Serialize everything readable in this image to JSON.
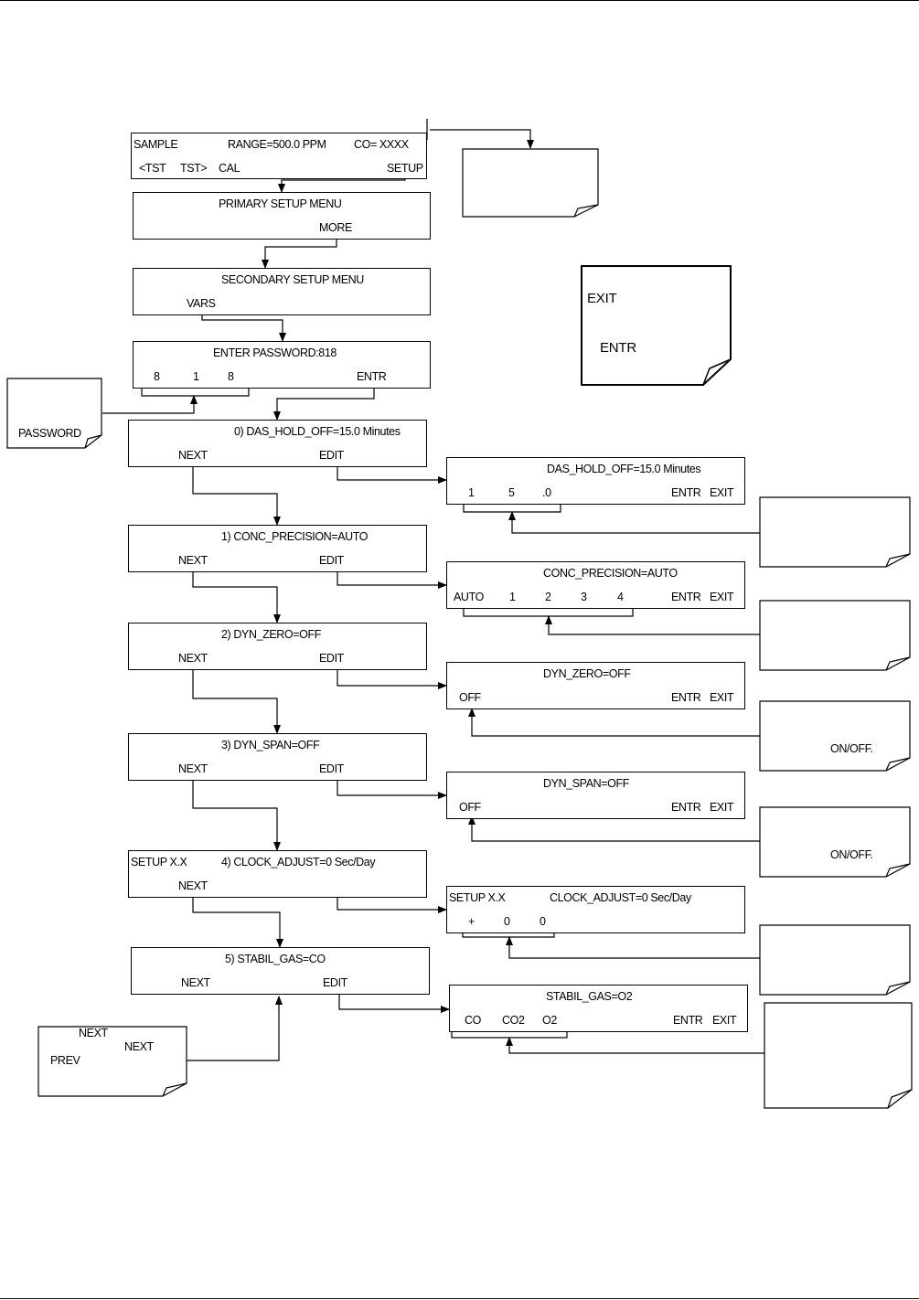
{
  "sample": {
    "label": "SAMPLE",
    "range": "RANGE=500.0 PPM",
    "co": "CO= XXXX",
    "k_tst_prev": "<TST",
    "k_tst_next": "TST>",
    "k_cal": "CAL",
    "k_setup": "SETUP"
  },
  "primary": {
    "title": "PRIMARY SETUP MENU",
    "k_more": "MORE"
  },
  "secondary": {
    "title": "SECONDARY SETUP MENU",
    "k_vars": "VARS"
  },
  "password": {
    "title": "ENTER PASSWORD:818",
    "d1": "8",
    "d2": "1",
    "d3": "8",
    "k_entr": "ENTR"
  },
  "note_password": "PASSWORD",
  "legend": {
    "exit": "EXIT",
    "entr": "ENTR"
  },
  "vars": [
    {
      "title": "0) DAS_HOLD_OFF=15.0 Minutes",
      "next": "NEXT",
      "edit": "EDIT"
    },
    {
      "title": "1) CONC_PRECISION=AUTO",
      "next": "NEXT",
      "edit": "EDIT"
    },
    {
      "title": "2) DYN_ZERO=OFF",
      "next": "NEXT",
      "edit": "EDIT"
    },
    {
      "title": "3) DYN_SPAN=OFF",
      "next": "NEXT",
      "edit": "EDIT"
    },
    {
      "title": "4) CLOCK_ADJUST=0 Sec/Day",
      "prefix": "SETUP X.X",
      "next": "NEXT"
    },
    {
      "title": "5) STABIL_GAS=CO",
      "next": "NEXT",
      "edit": "EDIT"
    }
  ],
  "edits": {
    "das": {
      "title": "DAS_HOLD_OFF=15.0 Minutes",
      "v1": "1",
      "v2": "5",
      "v3": ".0",
      "entr": "ENTR",
      "exit": "EXIT"
    },
    "conc": {
      "title": "CONC_PRECISION=AUTO",
      "o0": "AUTO",
      "o1": "1",
      "o2": "2",
      "o3": "3",
      "o4": "4",
      "entr": "ENTR",
      "exit": "EXIT"
    },
    "zero": {
      "title": "DYN_ZERO=OFF",
      "val": "OFF",
      "entr": "ENTR",
      "exit": "EXIT"
    },
    "span": {
      "title": "DYN_SPAN=OFF",
      "val": "OFF",
      "entr": "ENTR",
      "exit": "EXIT"
    },
    "clock": {
      "prefix": "SETUP X.X",
      "title": "CLOCK_ADJUST=0 Sec/Day",
      "v1": "+",
      "v2": "0",
      "v3": "0"
    },
    "gas": {
      "title": "STABIL_GAS=O2",
      "o1": "CO",
      "o2": "CO2",
      "o3": "O2",
      "entr": "ENTR",
      "exit": "EXIT"
    }
  },
  "notes": {
    "zero_onoff": "ON/OFF.",
    "span_onoff": "ON/OFF."
  },
  "nav_note": {
    "a": "NEXT",
    "b": "NEXT",
    "c": "PREV"
  }
}
